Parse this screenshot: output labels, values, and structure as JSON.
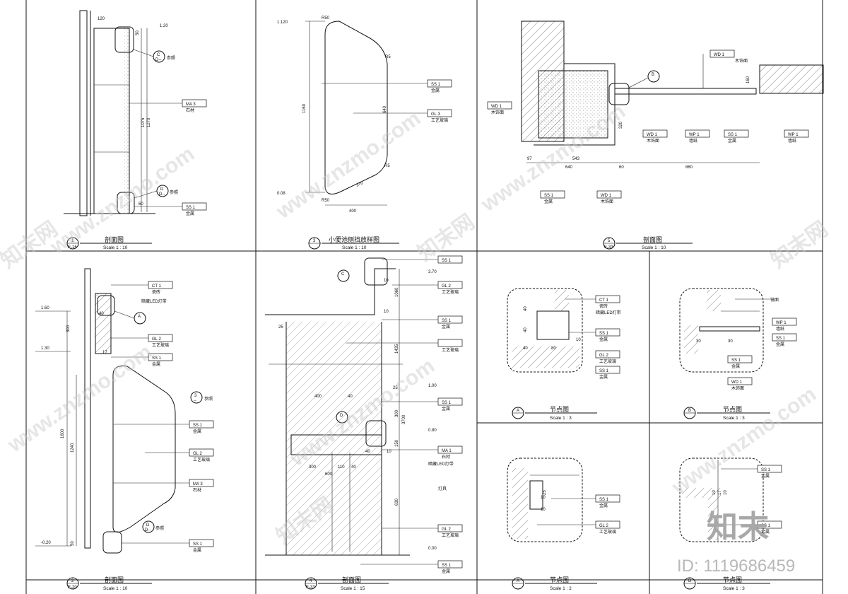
{
  "panels": [
    {
      "id": "p1",
      "num": "1",
      "sheet": "E-16",
      "title": "剖面图",
      "scale": "Scale 1 : 10"
    },
    {
      "id": "p3",
      "num": "3",
      "sheet": "",
      "title": "小便池侧挡放样图",
      "scale": "Scale 1 : 10"
    },
    {
      "id": "p5",
      "num": "5",
      "sheet": "E-33",
      "title": "剖面图",
      "scale": "Scale 1 : 10"
    },
    {
      "id": "p2",
      "num": "2",
      "sheet": "E-20",
      "title": "剖面图",
      "scale": "Scale 1 : 10"
    },
    {
      "id": "p4",
      "num": "4",
      "sheet": "E-33",
      "title": "剖面图",
      "scale": "Scale 1 : 15"
    },
    {
      "id": "pA1",
      "num": "A",
      "sheet": "",
      "title": "节点图",
      "scale": "Scale 1 : 3"
    },
    {
      "id": "pB",
      "num": "B",
      "sheet": "",
      "title": "节点图",
      "scale": "Scale 1 : 3"
    },
    {
      "id": "pA2",
      "num": "A",
      "sheet": "",
      "title": "节点图",
      "scale": "Scale 1 : 2"
    },
    {
      "id": "pD",
      "num": "D",
      "sheet": "",
      "title": "节点图",
      "scale": "Scale 1 : 3"
    }
  ],
  "callouts": {
    "C": "C",
    "D": "D",
    "A": "A",
    "B": "B",
    "3": "3",
    "3_sub": "--",
    "sub": "D--",
    "word": "参照"
  },
  "tags": {
    "MA3": "MA  3",
    "SS1": "SS  1",
    "GL3": "GL  3",
    "WD1": "WD  1",
    "WP1": "WP  1",
    "CT1": "CT  1",
    "GL2": "GL  2",
    "MA1": "MA  1"
  },
  "materials": {
    "stone": "石材",
    "metal": "金属",
    "glass": "工艺玻璃",
    "wood": "木饰面",
    "wall": "墙纸",
    "tile": "瓷砖",
    "led": "暗藏LED灯带",
    "led2": "暗藏LED灯带",
    "mirror": "镜面",
    "lamp": "灯具",
    "glass2": "工艺玻璃"
  },
  "dims": {
    "p1": [
      "120",
      "1.20",
      "50",
      "1075",
      "1270",
      "60"
    ],
    "p3": [
      "1.120",
      "R50",
      "R5",
      "1160",
      "640",
      "R5",
      "370",
      "0.08",
      "400",
      "R50"
    ],
    "p5": [
      "97",
      "543",
      "640",
      "60",
      "860",
      "160",
      "320"
    ],
    "p2": [
      "1.60",
      "1.30",
      "300",
      "40",
      "17",
      "1600",
      "1240",
      "-0.20",
      "50"
    ],
    "p4": [
      "3.70",
      "10",
      "1060",
      "25",
      "10",
      "1435",
      "25",
      "400",
      "3700",
      "1.00",
      "40",
      "300",
      "0.80",
      "150",
      "10",
      "40",
      "300",
      "600",
      "110",
      "40",
      "630",
      "0.00"
    ],
    "pA1": [
      "40",
      "40",
      "40",
      "80",
      "10"
    ],
    "pB": [
      "30",
      "30"
    ],
    "pA2": [
      "25",
      "10",
      "10"
    ],
    "pD": [
      "10",
      "17",
      "10"
    ]
  },
  "watermarks": {
    "site": "www.znzmo.com",
    "brand": "知末网",
    "logo": "知末",
    "id": "ID: 1119686459"
  }
}
